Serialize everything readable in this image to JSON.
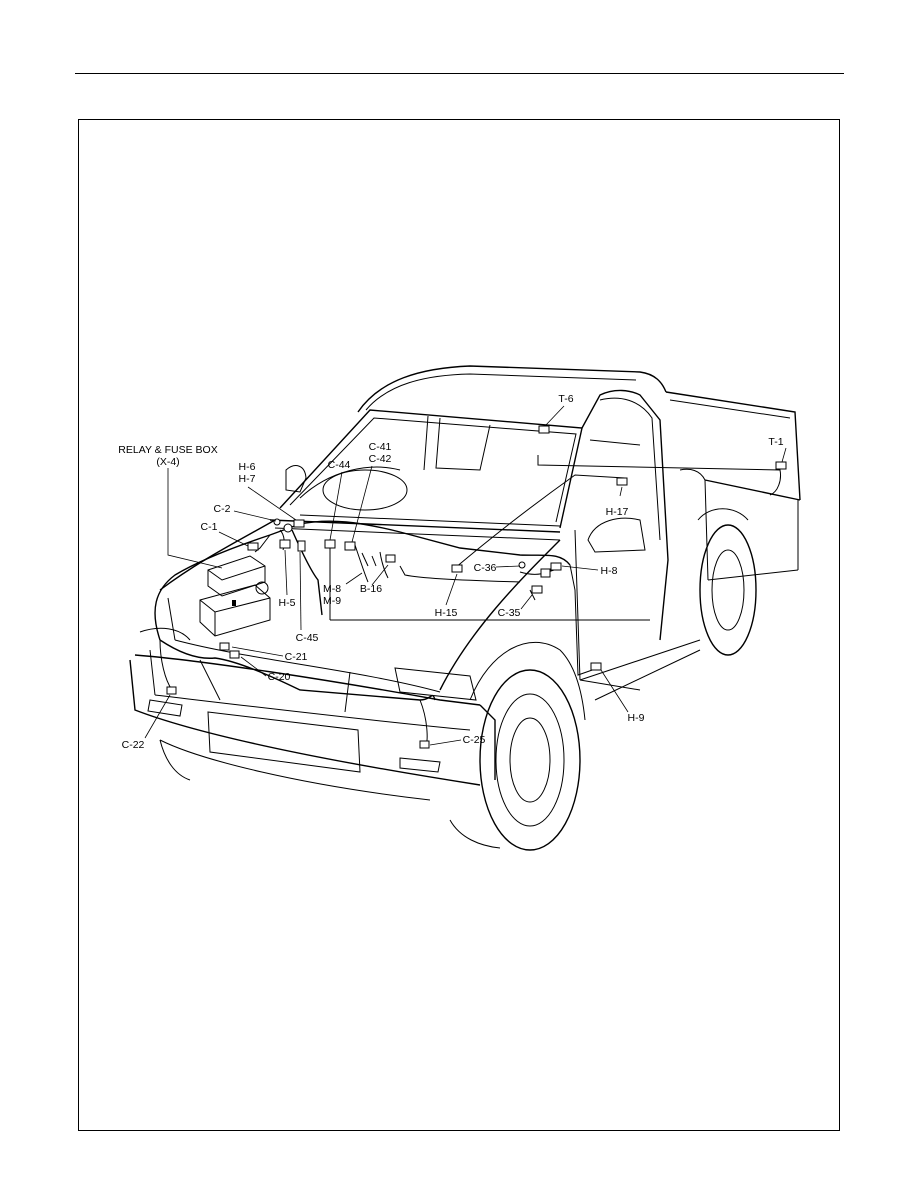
{
  "figure": {
    "labels": {
      "relay_fuse_box": "RELAY & FUSE BOX",
      "relay_fuse_box_code": "(X-4)",
      "t6": "T-6",
      "t1": "T-1",
      "c41": "C-41",
      "c42": "C-42",
      "c44": "C-44",
      "h6": "H-6",
      "h7": "H-7",
      "c2": "C-2",
      "c1": "C-1",
      "h17": "H-17",
      "c36": "C-36",
      "h8": "H-8",
      "m8": "M-8",
      "m9": "M-9",
      "b16": "B-16",
      "h5": "H-5",
      "h15": "H-15",
      "c35": "C-35",
      "c45": "C-45",
      "c21": "C-21",
      "c20": "C-20",
      "h9": "H-9",
      "c22": "C-22",
      "c25": "C-25"
    }
  }
}
